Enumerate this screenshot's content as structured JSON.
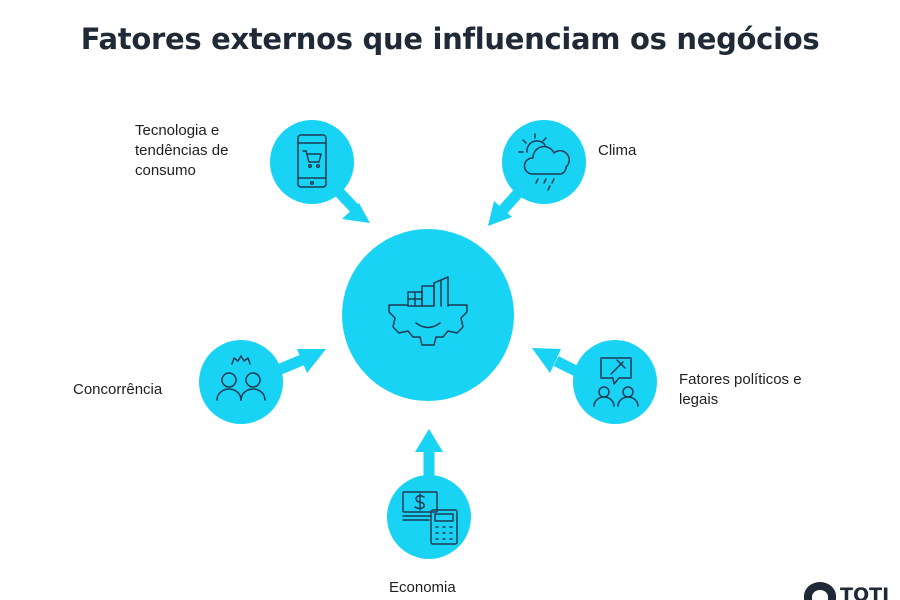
{
  "title": "Fatores externos que influenciam os negócios",
  "colors": {
    "accent": "#19d3f5",
    "icon_stroke": "#1f3b55",
    "text": "#1f1f1f"
  },
  "center": {
    "icon": "business-gear-icon"
  },
  "factors": [
    {
      "id": "tecnologia",
      "label": "Tecnologia e tendências de consumo",
      "icon": "smartphone-cart-icon"
    },
    {
      "id": "clima",
      "label": "Clima",
      "icon": "sun-cloud-rain-icon"
    },
    {
      "id": "concorrencia",
      "label": "Concorrência",
      "icon": "competitors-icon"
    },
    {
      "id": "politicos",
      "label": "Fatores políticos e legais",
      "icon": "gavel-people-icon"
    },
    {
      "id": "economia",
      "label": "Economia",
      "icon": "money-calculator-icon"
    }
  ],
  "logo": {
    "text": "TOTI"
  }
}
